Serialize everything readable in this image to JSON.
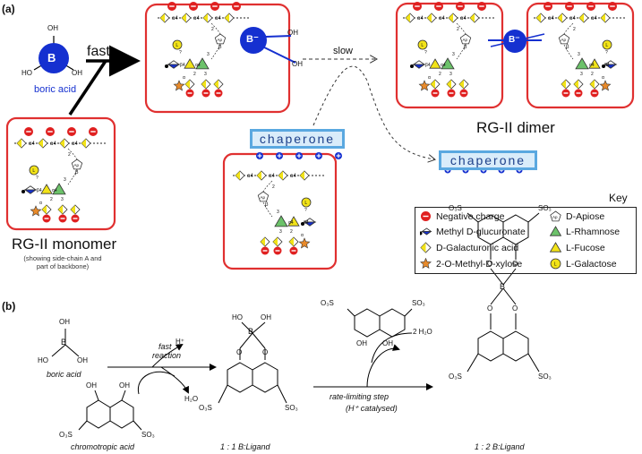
{
  "panel_a": {
    "label": "(a)",
    "boric_acid": {
      "atom": "B",
      "label": "boric acid",
      "oh": "OH",
      "ho": "HO"
    },
    "fast": "fast",
    "slow": "slow",
    "boron_complex": "B⁻",
    "monomer_title": "RG-II monomer",
    "monomer_subtitle": "(showing side-chain A and part of backbone)",
    "dimer_title": "RG-II dimer",
    "chaperone": "chaperone",
    "linkages": {
      "a4": "α4",
      "b4": "β4",
      "b": "β",
      "a": "α",
      "four_b": "4β",
      "four_a": "4α",
      "two": "2",
      "three": "3",
      "q": "?",
      "Ap": "Ap",
      "L": "L"
    },
    "key": {
      "title": "Key",
      "items": [
        "Negative charge",
        "Methyl D-glucuronate",
        "D-Galacturonic acid",
        "2-O-Methyl-D-xylose",
        "D-Apiose",
        "L-Rhamnose",
        "L-Fucose",
        "L-Galactose"
      ]
    }
  },
  "panel_b": {
    "label": "(b)",
    "boric_acid": "boric acid",
    "chromotropic_acid": "chromotropic acid",
    "fast_reaction_1": "fast",
    "fast_reaction_2": "reaction",
    "rate_limiting": "rate-limiting step",
    "catalysed": "(H⁺ catalysed)",
    "ratio_1": "1 : 1 B:Ligand",
    "ratio_2": "1 : 2 B:Ligand",
    "h_plus": "H⁺",
    "h2o": "H₂O",
    "two_h2o": "2 H₂O",
    "atoms": {
      "B": "B",
      "OH": "OH",
      "HO": "HO",
      "O": "O",
      "SO3": "SO₃",
      "O3S": "O₃S"
    }
  },
  "colors": {
    "box_border": "#e03030",
    "negative": "#e02020",
    "boron_blue": "#1530d0",
    "galA_yellow": "#f2e318",
    "rhamnose_green": "#6cc26a",
    "chaperone_border": "#5aa8e0",
    "chaperone_fill": "#d9ecfa"
  }
}
